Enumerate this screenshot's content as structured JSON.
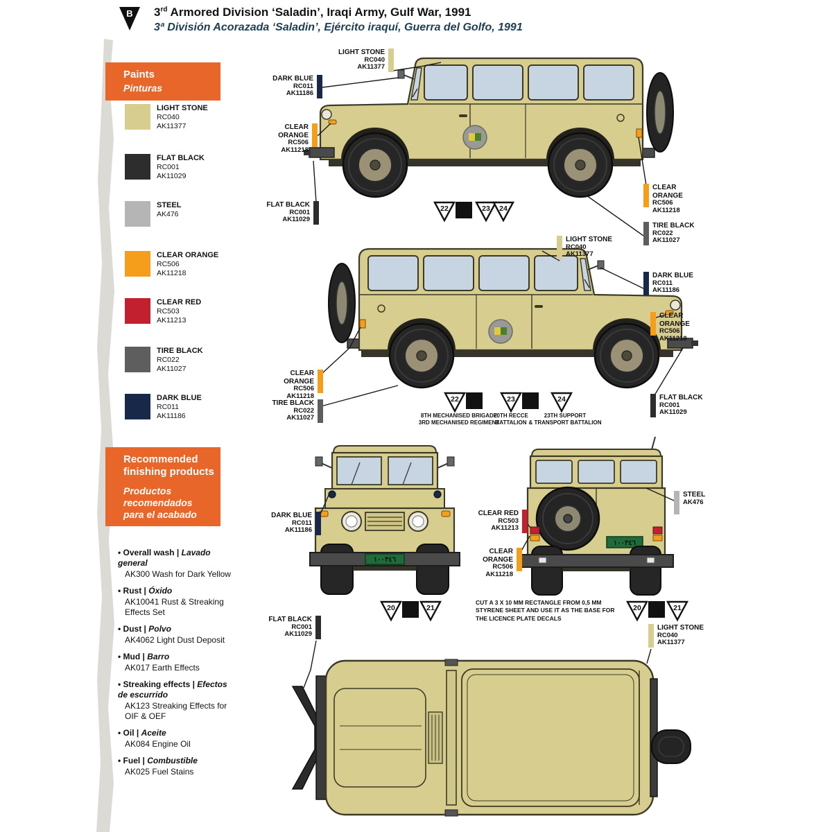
{
  "header": {
    "marker": "B",
    "title_num": "3",
    "title_ord": "rd",
    "title_rest": " Armored Division ‘Saladin’, Iraqi Army, Gulf War, 1991",
    "title_es": "3ª División Acorazada ‘Saladin’, Ejército iraquí, Guerra del Golfo, 1991"
  },
  "paints": {
    "light_stone": {
      "name": "LIGHT STONE",
      "code1": "RC040",
      "code2": "AK11377",
      "hex": "#d6cd8e"
    },
    "flat_black": {
      "name": "FLAT BLACK",
      "code1": "RC001",
      "code2": "AK11029",
      "hex": "#2d2d2d"
    },
    "steel": {
      "name": "STEEL",
      "code1": "AK476",
      "code2": "",
      "hex": "#b5b5b5"
    },
    "clear_orange": {
      "name": "CLEAR ORANGE",
      "code1": "RC506",
      "code2": "AK11218",
      "hex": "#f59e1c"
    },
    "clear_red": {
      "name": "CLEAR RED",
      "code1": "RC503",
      "code2": "AK11213",
      "hex": "#c3202f"
    },
    "tire_black": {
      "name": "TIRE BLACK",
      "code1": "RC022",
      "code2": "AK11027",
      "hex": "#5e5e5e"
    },
    "dark_blue": {
      "name": "DARK BLUE",
      "code1": "RC011",
      "code2": "AK11186",
      "hex": "#182849"
    }
  },
  "paints_panel": {
    "title_en": "Paints",
    "title_es": "Pinturas",
    "accent": "#e8662a"
  },
  "finishing_panel": {
    "title_en": "Recommended finishing products",
    "title_es": "Productos recomendados para el acabado",
    "items": [
      {
        "en": "Overall wash |",
        "es": "Lavado general",
        "product": "AK300 Wash for Dark Yellow"
      },
      {
        "en": "Rust |",
        "es": "Óxido",
        "product": "AK10041 Rust & Streaking Effects Set"
      },
      {
        "en": "Dust |",
        "es": "Polvo",
        "product": "AK4062 Light Dust Deposit"
      },
      {
        "en": "Mud |",
        "es": "Barro",
        "product": "AK017 Earth Effects"
      },
      {
        "en": "Streaking effects |",
        "es": "Efectos de escurrido",
        "product": "AK123 Streaking Effects for OIF & OEF"
      },
      {
        "en": "Oil |",
        "es": "Aceite",
        "product": "AK084 Engine Oil"
      },
      {
        "en": "Fuel |",
        "es": "Combustible",
        "product": "AK025 Fuel Stains"
      }
    ]
  },
  "decals": {
    "q": "?",
    "n20": "20",
    "n21": "21",
    "n22": "22",
    "n23": "23",
    "n24": "24",
    "cap22_l1": "8TH MECHANISED BRIGADE",
    "cap22_l2": "3RD MECHANISED REGIMENT",
    "cap23_l1": "20TH RECCE",
    "cap23_l2": "BATTALION",
    "cap24_l1": "23TH SUPPORT",
    "cap24_l2": "& TRANSPORT BATTALION"
  },
  "notes": {
    "styrene": "CUT A 3 X 10 MM RECTANGLE FROM 0,5 MM STYRENE SHEET AND USE IT AS THE BASE FOR THE LICENCE PLATE DECALS"
  },
  "plate_text": "١٠٠٣٤٦"
}
